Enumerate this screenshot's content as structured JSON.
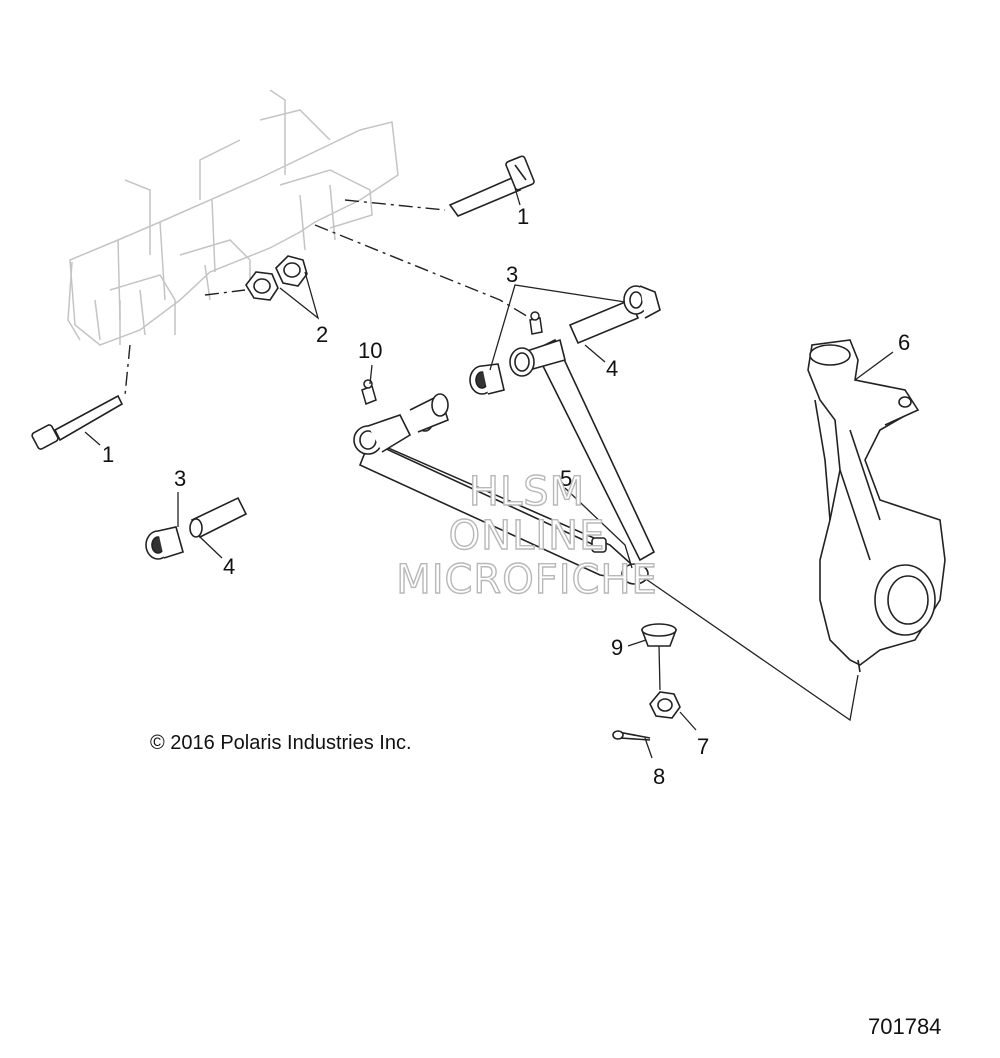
{
  "callouts": [
    "1",
    "1",
    "2",
    "3",
    "3",
    "4",
    "4",
    "5",
    "6",
    "7",
    "8",
    "9",
    "10"
  ],
  "copyright": "© 2016 Polaris Industries Inc.",
  "diagram_id": "701784",
  "watermark": {
    "line1": "HLSM",
    "line2": "ONLINE",
    "line3": "MICROFICHE"
  }
}
